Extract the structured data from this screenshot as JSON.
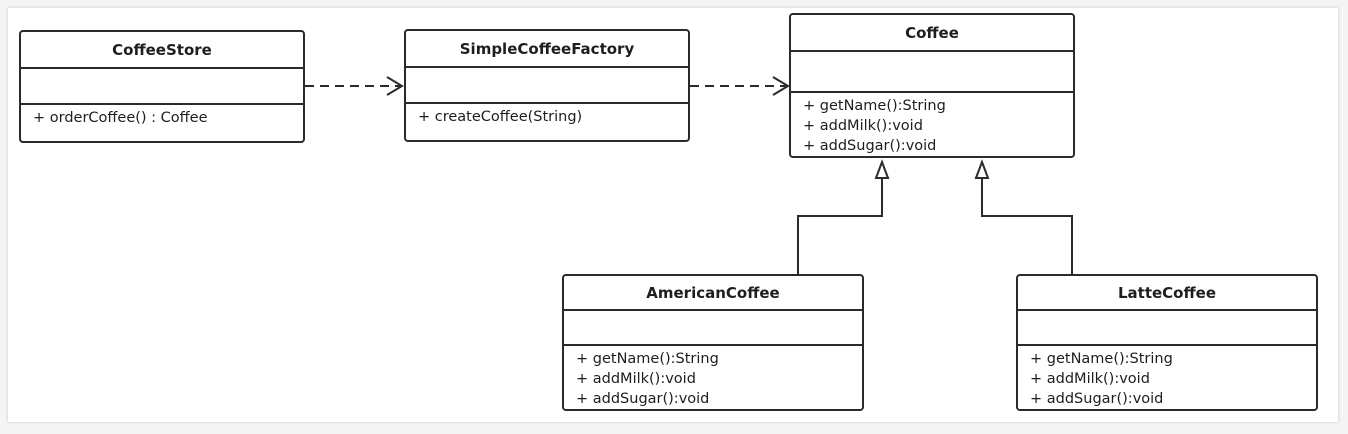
{
  "classes": {
    "coffee_store": {
      "name": "CoffeeStore",
      "methods": [
        "+ orderCoffee() : Coffee"
      ]
    },
    "simple_coffee_factory": {
      "name": "SimpleCoffeeFactory",
      "methods": [
        "+ createCoffee(String)"
      ]
    },
    "coffee": {
      "name": "Coffee",
      "methods": [
        "+ getName():String",
        "+ addMilk():void",
        "+ addSugar():void"
      ]
    },
    "american_coffee": {
      "name": "AmericanCoffee",
      "methods": [
        "+ getName():String",
        "+ addMilk():void",
        "+ addSugar():void"
      ]
    },
    "latte_coffee": {
      "name": "LatteCoffee",
      "methods": [
        "+ getName():String",
        "+ addMilk():void",
        "+ addSugar():void"
      ]
    }
  },
  "relations": [
    {
      "type": "dependency",
      "from": "CoffeeStore",
      "to": "SimpleCoffeeFactory"
    },
    {
      "type": "dependency",
      "from": "SimpleCoffeeFactory",
      "to": "Coffee"
    },
    {
      "type": "inheritance",
      "from": "AmericanCoffee",
      "to": "Coffee"
    },
    {
      "type": "inheritance",
      "from": "LatteCoffee",
      "to": "Coffee"
    }
  ],
  "colors": {
    "line": "#2b2b2b",
    "background": "#ffffff",
    "frame": "#f4f4f4"
  }
}
